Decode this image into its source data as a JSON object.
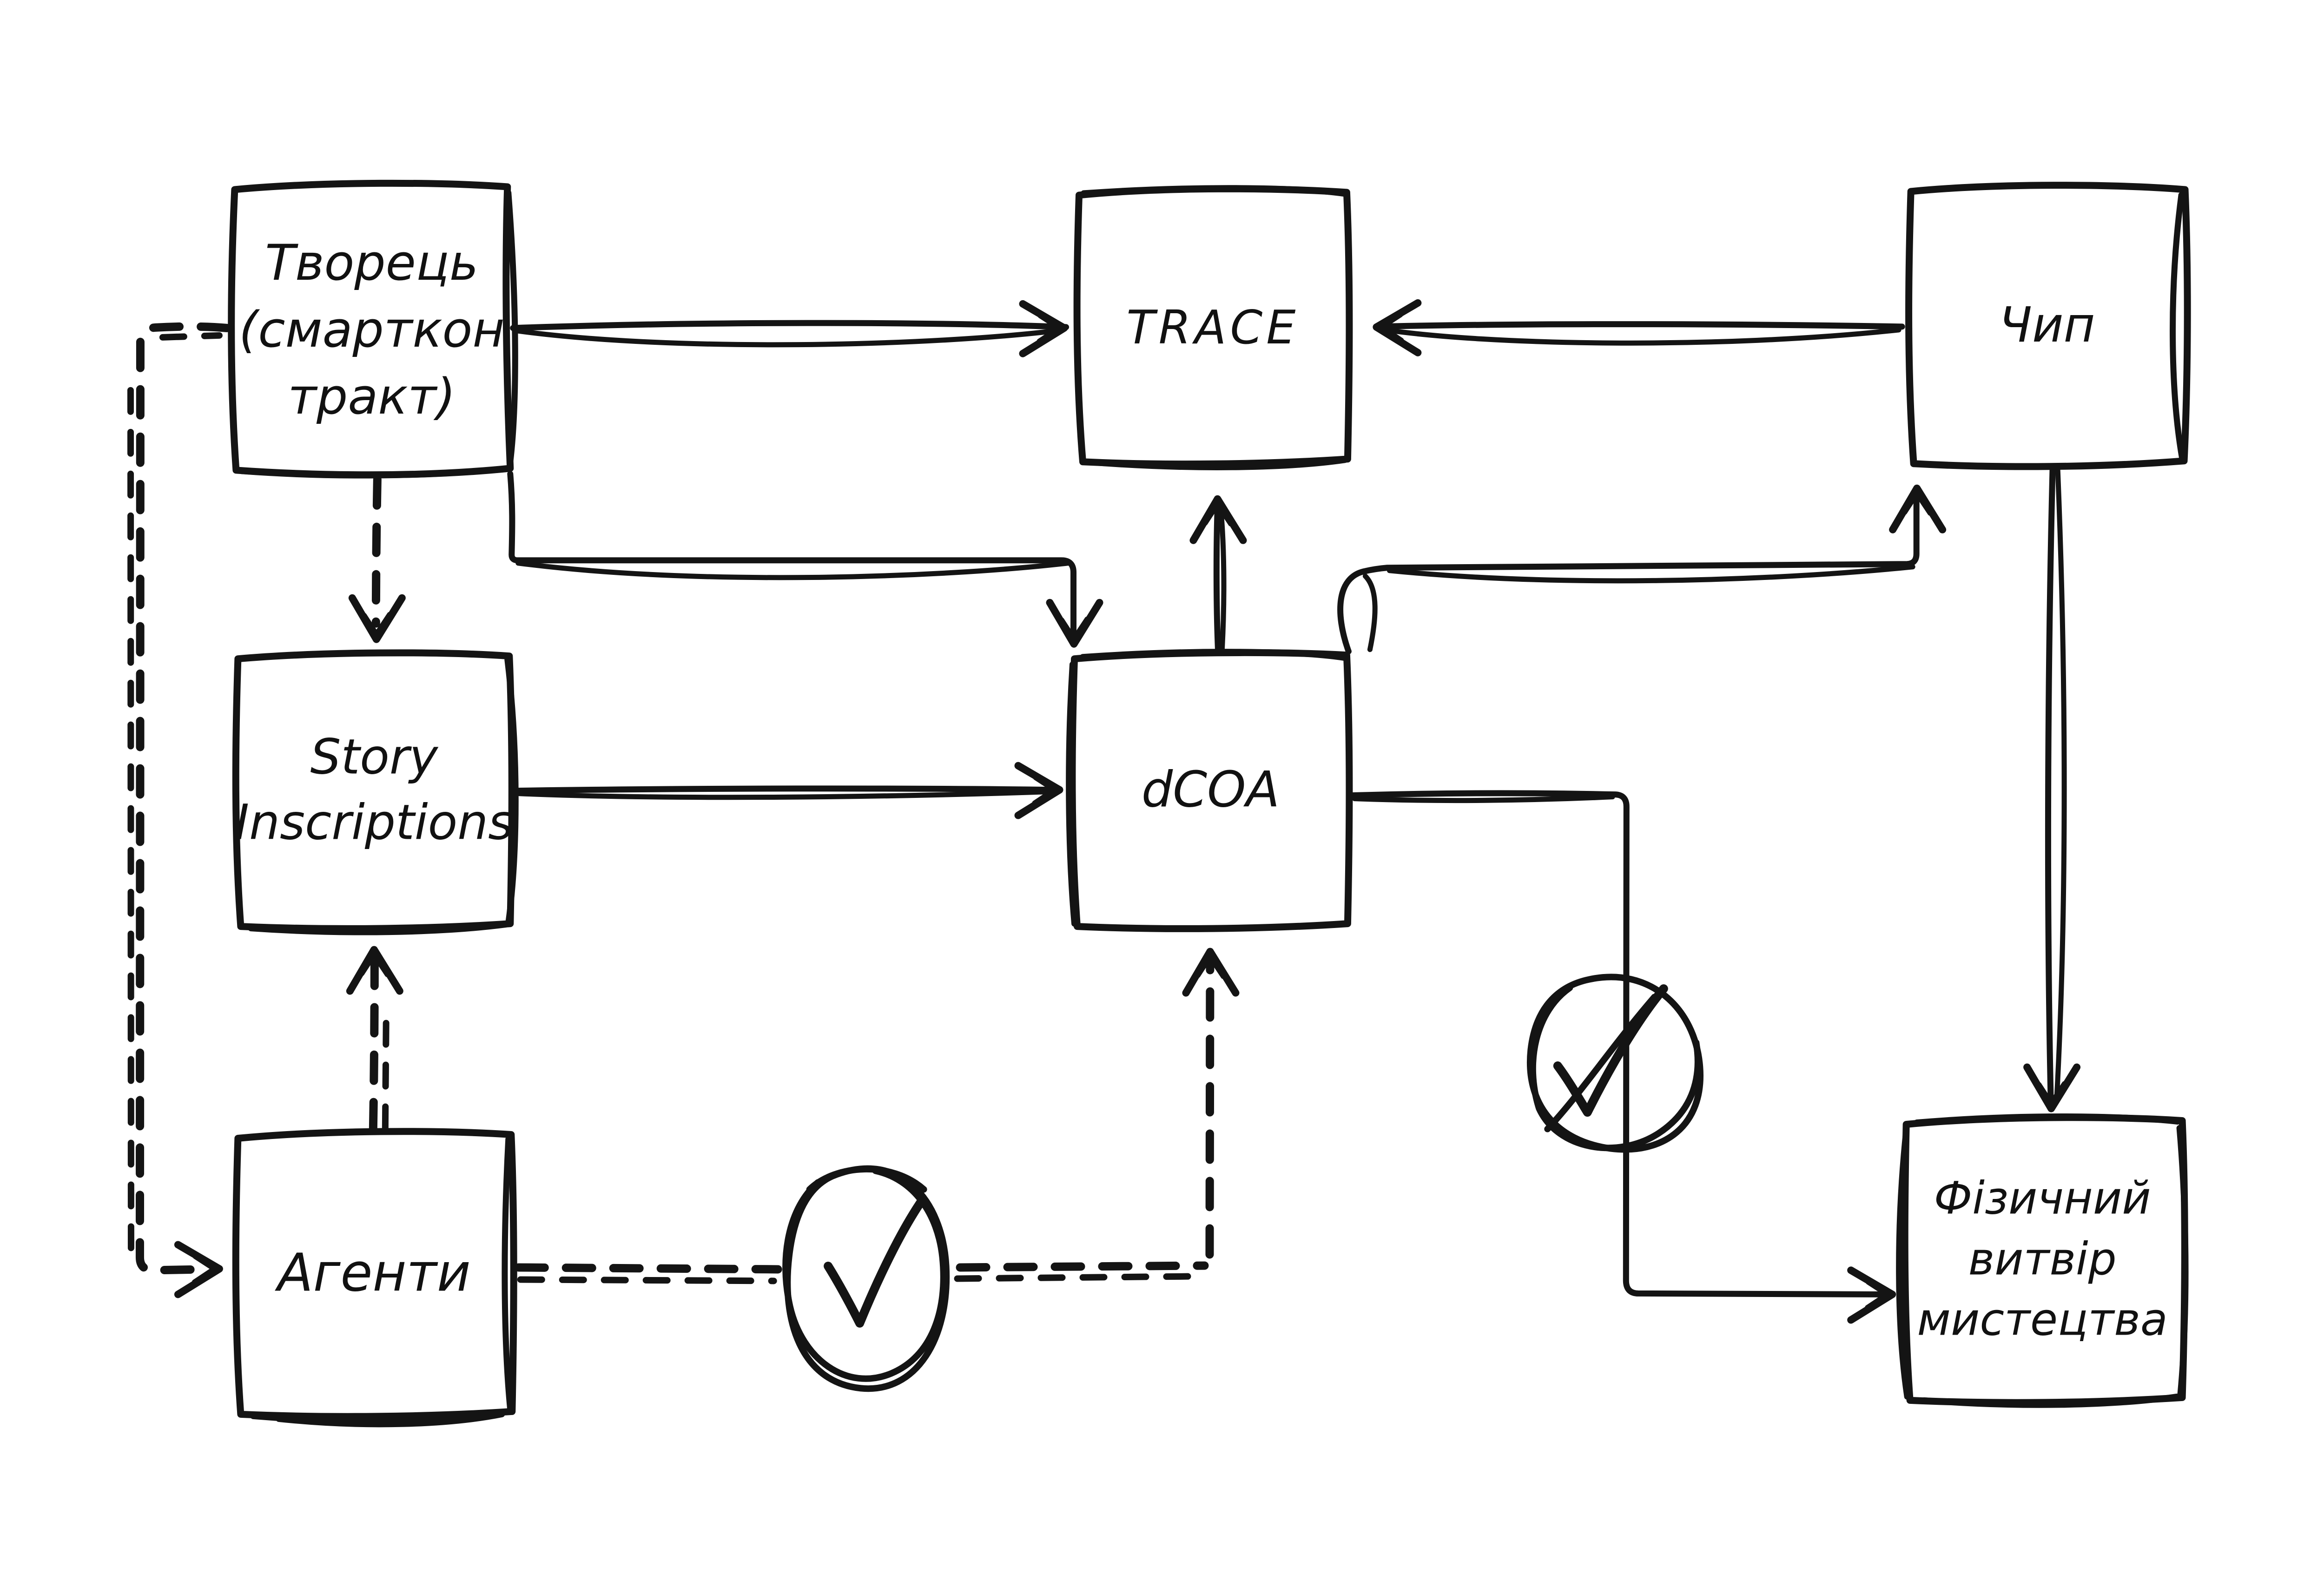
{
  "diagram": {
    "background_color": "#ffffff",
    "ink_color": "#141414",
    "style": "hand-drawn sketch flowchart",
    "nodes": [
      {
        "id": "creator",
        "label": "Творець\n(смарткон\nтракт)"
      },
      {
        "id": "trace",
        "label": "TRACE"
      },
      {
        "id": "chip",
        "label": "Чип"
      },
      {
        "id": "story",
        "label": "Story\nInscriptions"
      },
      {
        "id": "dcoa",
        "label": "dCOA"
      },
      {
        "id": "agents",
        "label": "Агенти"
      },
      {
        "id": "artwork",
        "label": "Фізичний\nвитвір\nмистецтва"
      }
    ],
    "edges": [
      {
        "from": "creator",
        "to": "trace",
        "style": "solid"
      },
      {
        "from": "chip",
        "to": "trace",
        "style": "solid"
      },
      {
        "from": "creator",
        "to": "dcoa",
        "style": "solid"
      },
      {
        "from": "dcoa",
        "to": "trace",
        "style": "solid"
      },
      {
        "from": "dcoa",
        "to": "chip",
        "style": "solid"
      },
      {
        "from": "story",
        "to": "dcoa",
        "style": "solid"
      },
      {
        "from": "dcoa",
        "to": "artwork",
        "style": "solid",
        "badge": "checkmark"
      },
      {
        "from": "chip",
        "to": "artwork",
        "style": "solid"
      },
      {
        "from": "creator",
        "to": "agents",
        "style": "dashed"
      },
      {
        "from": "creator",
        "to": "story",
        "style": "dashed"
      },
      {
        "from": "agents",
        "to": "story",
        "style": "dashed"
      },
      {
        "from": "agents",
        "to": "dcoa",
        "style": "dashed",
        "badge": "checkmark"
      }
    ],
    "badges": [
      {
        "id": "check-1",
        "icon": "checkmark",
        "between": "agents-dcoa"
      },
      {
        "id": "check-2",
        "icon": "checkmark",
        "between": "dcoa-artwork"
      }
    ]
  }
}
